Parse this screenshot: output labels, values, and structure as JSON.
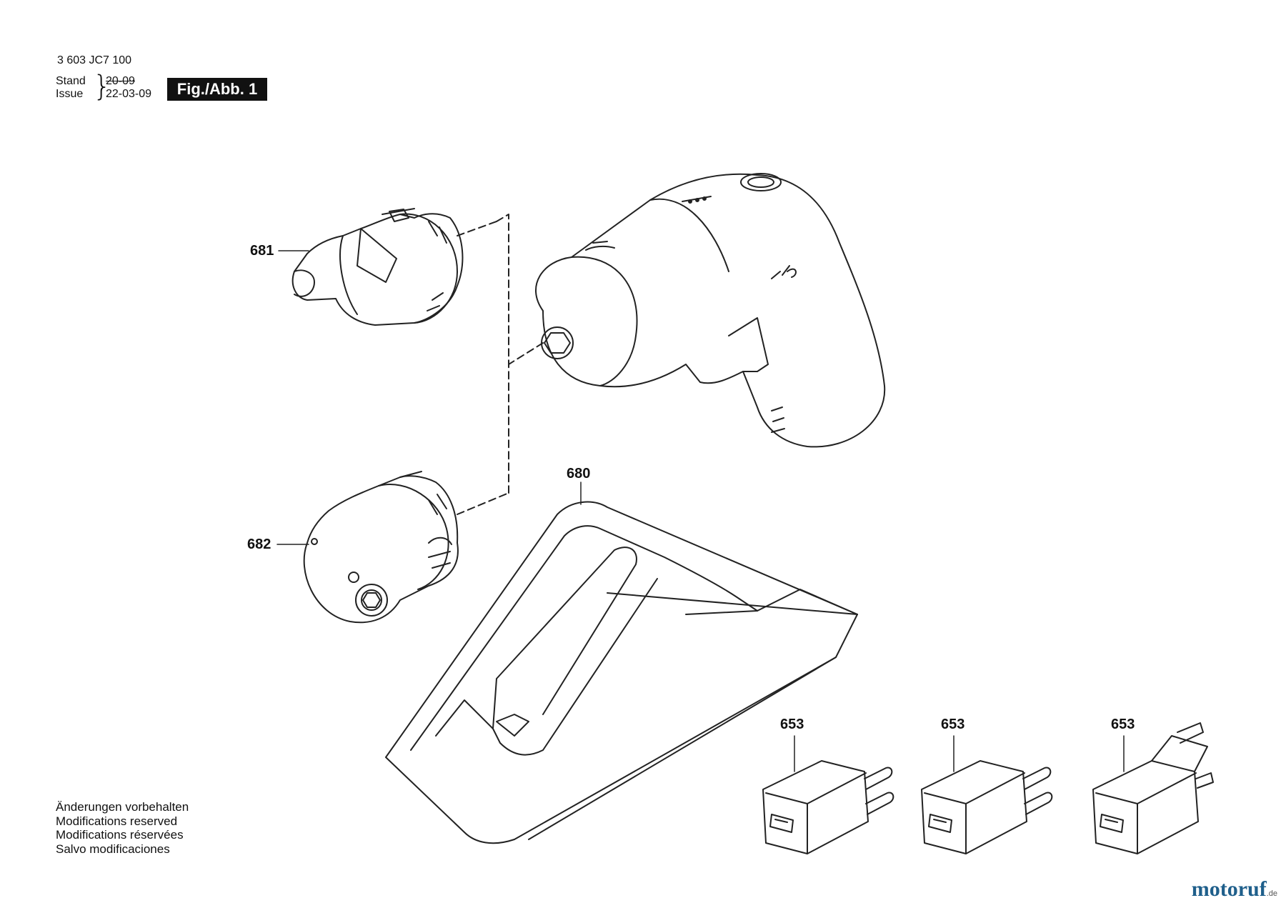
{
  "header": {
    "doc_number": "3 603 JC7 100",
    "stand_label": "Stand",
    "issue_label": "Issue",
    "old_date": "20-09",
    "new_date": "22-03-09",
    "figure_label": "Fig./Abb. 1"
  },
  "parts": {
    "p681": "681",
    "p682": "682",
    "p680": "680",
    "p653a": "653",
    "p653b": "653",
    "p653c": "653"
  },
  "notes": {
    "de": "Änderungen vorbehalten",
    "en": "Modifications reserved",
    "fr": "Modifications réservées",
    "es": "Salvo modificaciones"
  },
  "watermark": {
    "text_main": "motoruf",
    "text_suffix": ".de"
  }
}
